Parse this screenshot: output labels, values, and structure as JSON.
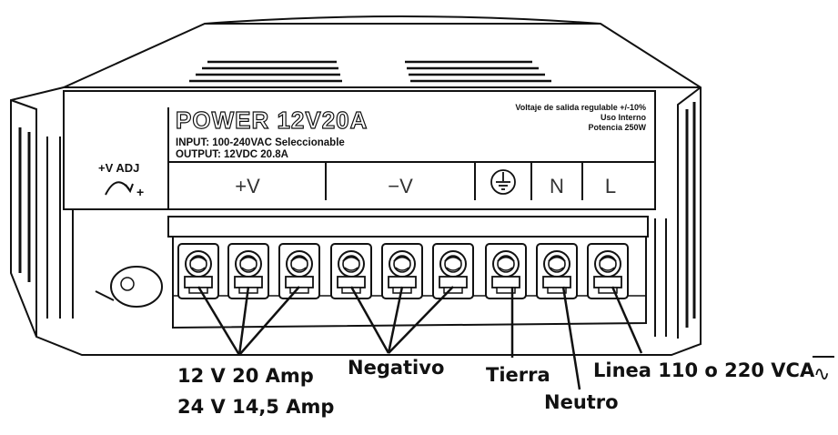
{
  "device": {
    "title": "POWER 12V20A",
    "input_spec": "INPUT: 100-240VAC Seleccionable",
    "output_spec": "OUTPUT: 12VDC 20.8A",
    "notes": [
      "Voltaje de salida regulable  +/-10%",
      "Uso Interno",
      "Potencia 250W"
    ],
    "adj_label": "+V ADJ",
    "adj_plus": "+",
    "terminal_labels": [
      "+V",
      "−V",
      "N",
      "L"
    ]
  },
  "callouts": {
    "positive_line1": "12 V  20 Amp",
    "positive_line2": "24 V  14,5 Amp",
    "negative": "Negativo",
    "ground": "Tierra",
    "neutral": "Neutro",
    "line": "Linea 110 o 220 VCA",
    "ac_symbol": "∿"
  },
  "icons": [
    "ground-symbol-icon",
    "adjust-potentiometer-icon",
    "screw-terminal-icon",
    "vent-slot-icon"
  ]
}
